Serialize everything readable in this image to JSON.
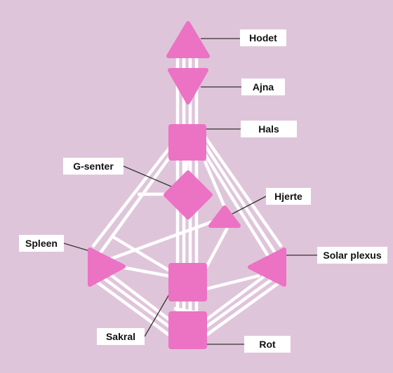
{
  "colors": {
    "background": "#dfc5da",
    "center_fill": "#ec72c4",
    "channel": "#ffffff",
    "leader": "#333333",
    "label_bg": "#ffffff",
    "label_text": "#111111"
  },
  "centers": {
    "head": {
      "label": "Hodet",
      "shape": "triangle-up"
    },
    "ajna": {
      "label": "Ajna",
      "shape": "triangle-down"
    },
    "throat": {
      "label": "Hals",
      "shape": "square"
    },
    "g": {
      "label": "G-senter",
      "shape": "diamond"
    },
    "heart": {
      "label": "Hjerte",
      "shape": "triangle-up"
    },
    "spleen": {
      "label": "Spleen",
      "shape": "triangle-right"
    },
    "solar": {
      "label": "Solar plexus",
      "shape": "triangle-left"
    },
    "sacral": {
      "label": "Sakral",
      "shape": "square"
    },
    "root": {
      "label": "Rot",
      "shape": "square"
    }
  }
}
